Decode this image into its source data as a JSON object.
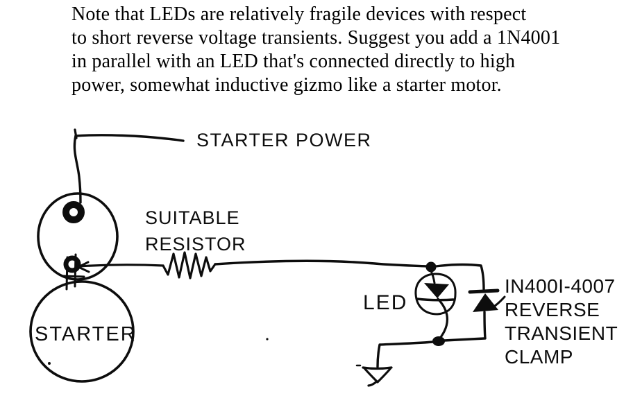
{
  "note": {
    "lines": [
      "Note that LEDs are relatively fragile devices with respect",
      "to short reverse voltage transients. Suggest you add a 1N4001",
      "in parallel with an LED that's connected directly to high",
      "power, somewhat inductive gizmo like a starter motor."
    ]
  },
  "schematic": {
    "labels": {
      "starter_power": "STARTER POWER",
      "resistor_line1": "SUITABLE",
      "resistor_line2": "RESISTOR",
      "starter": "STARTER",
      "led": "LED",
      "clamp_line1": "IN400I-4007",
      "clamp_line2": "REVERSE",
      "clamp_line3": "TRANSIENT",
      "clamp_line4": "CLAMP"
    },
    "colors": {
      "ink": "#0d0d0d",
      "paper": "#ffffff"
    }
  }
}
